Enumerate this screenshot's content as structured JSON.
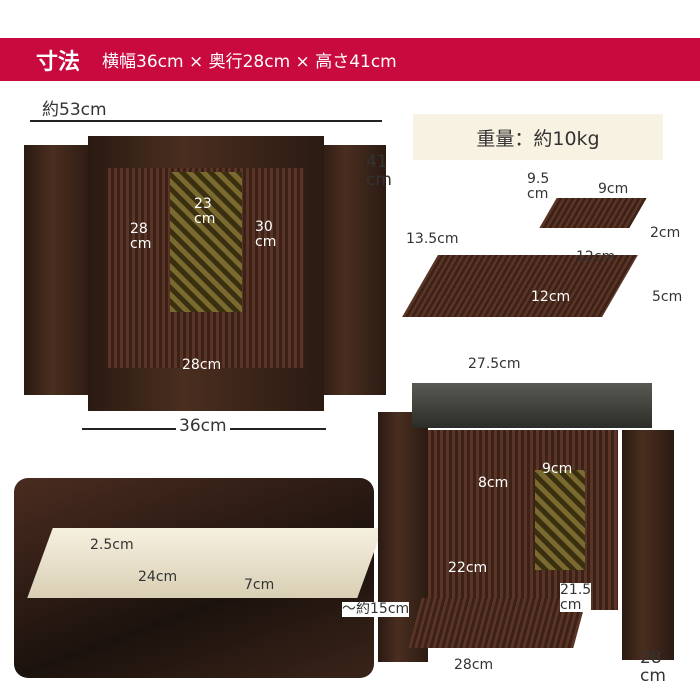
{
  "header": {
    "title": "寸法",
    "summary": "横幅36cm × 奥行28cm × 高さ41cm"
  },
  "weight": "重量：約10kg",
  "front": {
    "open_width": "約53cm",
    "height": "41\ncm",
    "inner_height": "28\ncm",
    "panel_height": "23\ncm",
    "inner_height2": "30\ncm",
    "inner_width": "28cm",
    "width": "36cm"
  },
  "small_tray": {
    "depth": "9.5\ncm",
    "width": "9cm",
    "height": "2cm",
    "length": "12cm"
  },
  "large_tray": {
    "depth": "13.5cm",
    "inner": "12cm",
    "height": "5cm",
    "length": "27.5cm"
  },
  "drawer": {
    "height": "2.5cm",
    "width": "24cm",
    "depth": "7cm",
    "pull": "～約15cm"
  },
  "back_view": {
    "w1": "8cm",
    "w2": "9cm",
    "w3": "22cm",
    "d1": "21.5\ncm",
    "base": "28cm",
    "depth": "28\ncm"
  },
  "colors": {
    "accent": "#c90a3e",
    "wood": "#3b2118"
  }
}
